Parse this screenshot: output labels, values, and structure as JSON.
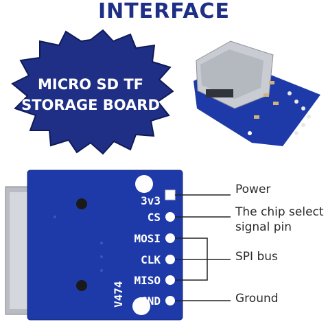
{
  "header": {
    "title": "INTERFACE"
  },
  "badge": {
    "line1": "MICRO SD TF",
    "line2": "STORAGE BOARD"
  },
  "pins": [
    "3v3",
    "CS",
    "MOSI",
    "CLK",
    "MISO",
    "GND"
  ],
  "board_marking": "V474",
  "labels": {
    "power": "Power",
    "chip_select_line1": "The chip select",
    "chip_select_line2": "signal pin",
    "spi_bus": "SPI bus",
    "ground": "Ground"
  },
  "colors": {
    "board_blue": "#1e3aa8",
    "badge_navy": "#1f2f86",
    "title": "#1f2f86"
  }
}
